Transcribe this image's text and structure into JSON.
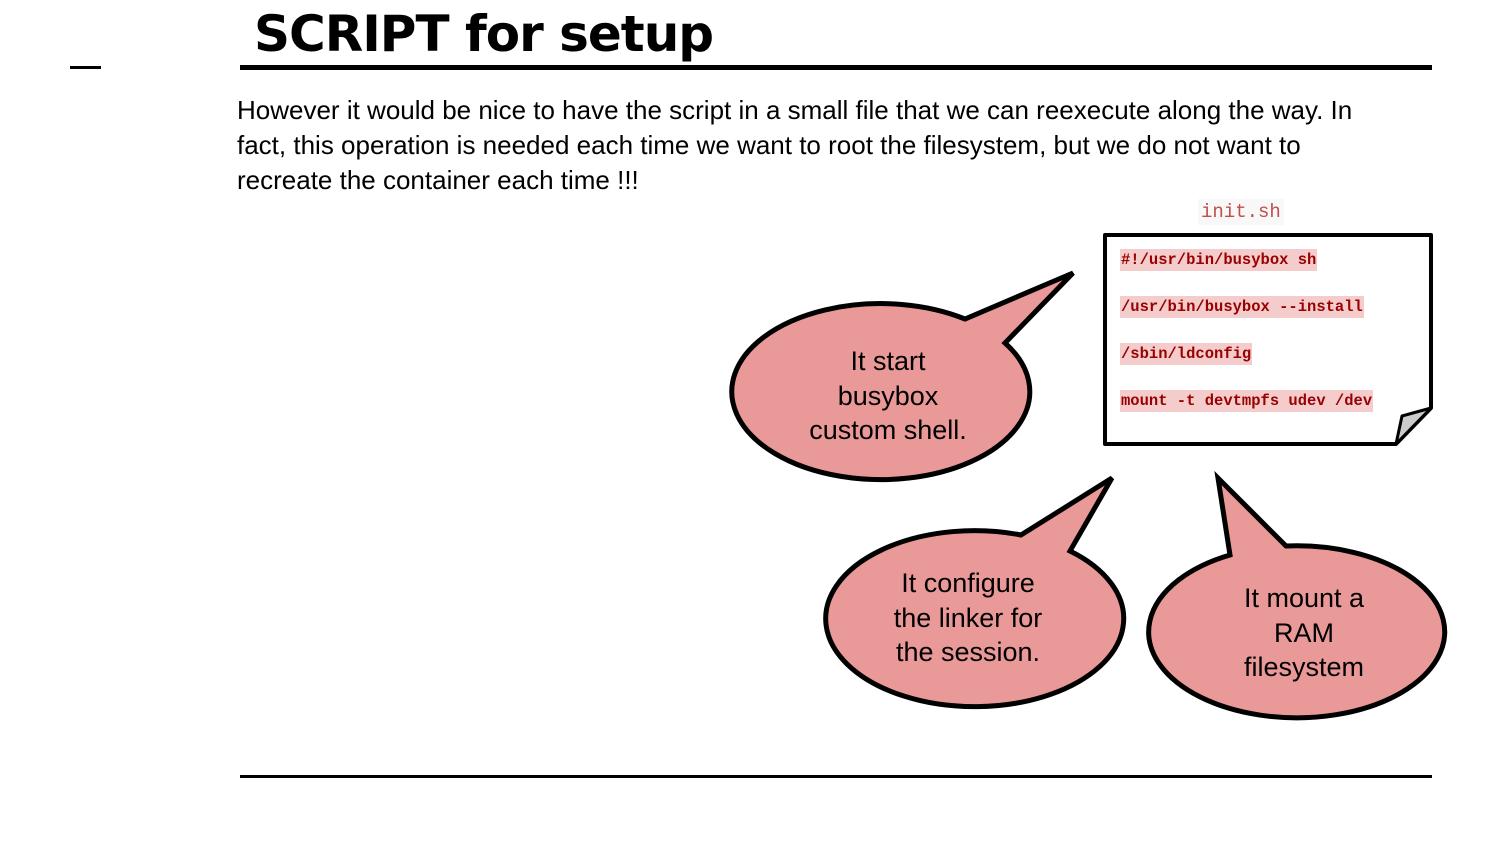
{
  "slide": {
    "title": "SCRIPT for setup",
    "body": "However it would be nice to have the script in a small file that we can reexecute along the way.  In fact, this operation is needed each time we want to root the filesystem, but we do not want to recreate the container each time !!!"
  },
  "script_file": {
    "name": "init.sh",
    "lines": [
      "#!/usr/bin/busybox sh",
      "/usr/bin/busybox --install",
      "/sbin/ldconfig",
      "mount -t devtmpfs udev /dev"
    ]
  },
  "callouts": [
    {
      "lines": [
        "It start",
        "busybox",
        "custom shell."
      ]
    },
    {
      "lines": [
        "It configure",
        "the linker for",
        "the session."
      ]
    },
    {
      "lines": [
        "It mount a",
        "RAM",
        "filesystem"
      ]
    }
  ],
  "colors": {
    "callout_fill": "#ea9999",
    "code_text": "#990000",
    "code_highlight": "#f4cccc",
    "filename_text": "#c0504d"
  }
}
